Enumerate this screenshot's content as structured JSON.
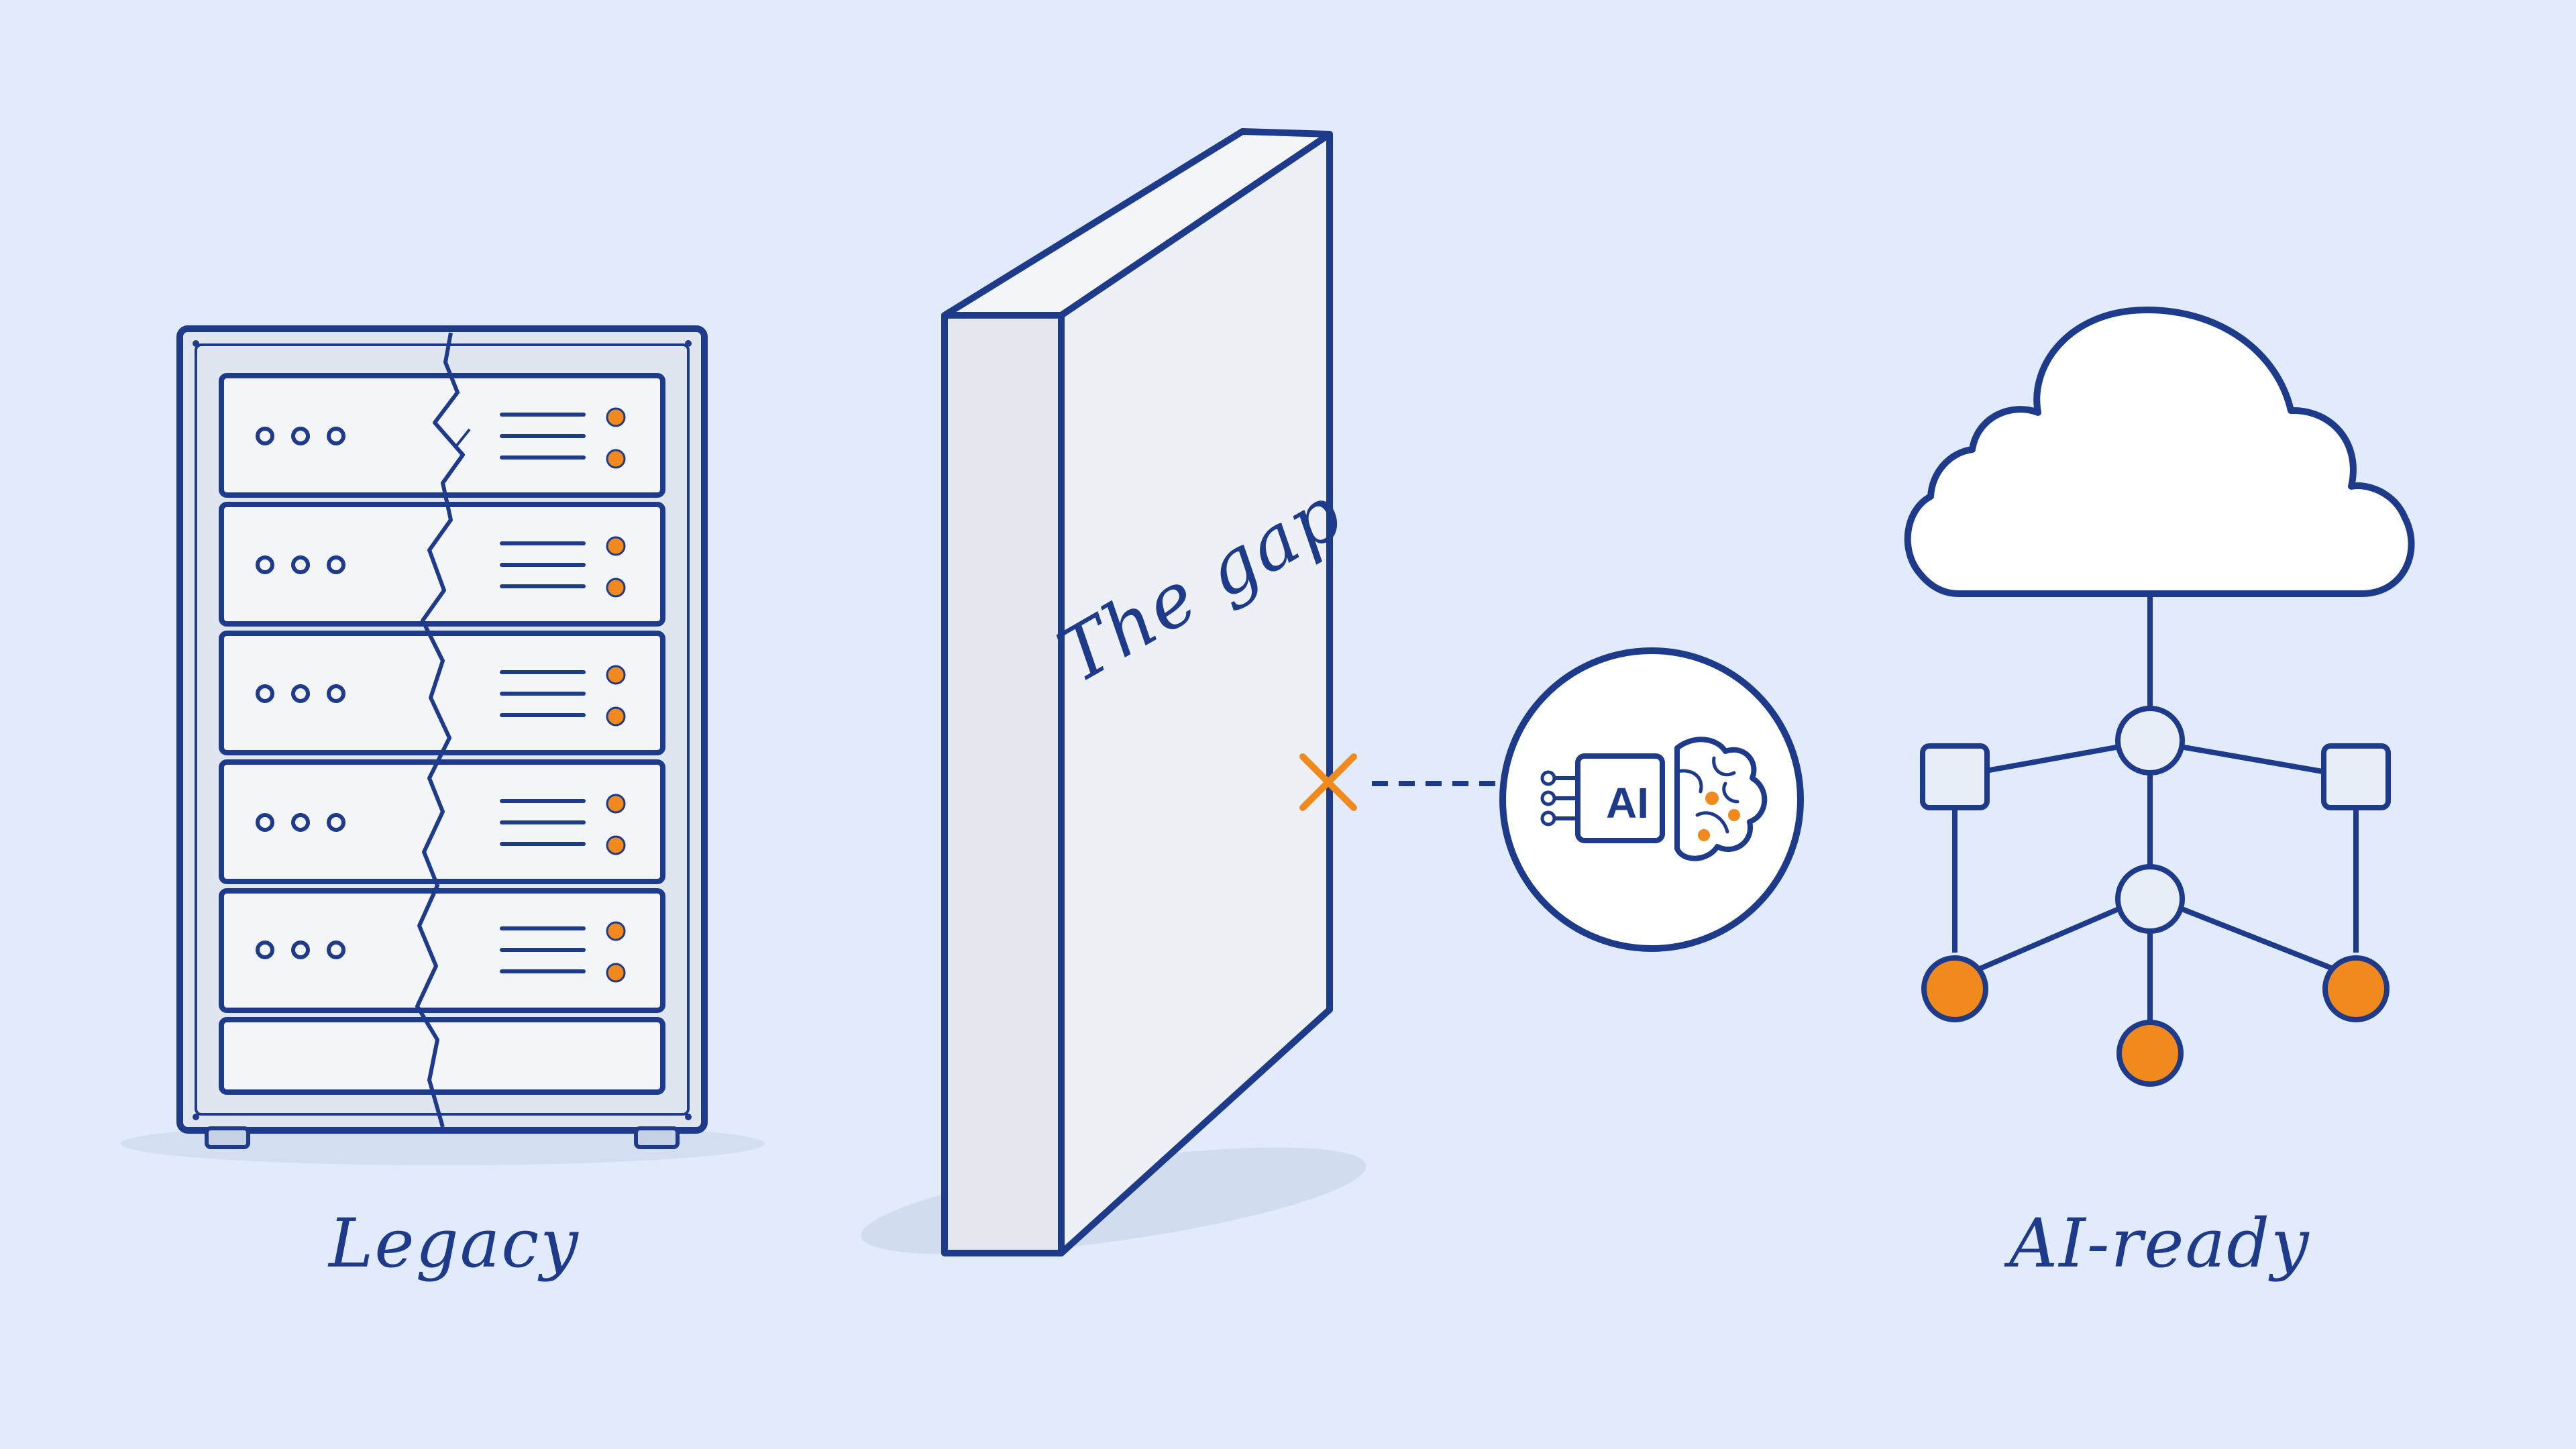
{
  "labels": {
    "legacy": "Legacy",
    "wall": "The gap",
    "ai_ready": "AI-ready",
    "ai_chip": "AI"
  },
  "colors": {
    "background": "#e1ebfb",
    "ink": "#1e3a8a",
    "accent": "#f08a1c",
    "panel": "#f3f5f8",
    "wall_front": "#edf0f5",
    "wall_side": "#e4e8ee",
    "cloud": "#ffffff"
  },
  "icons": {
    "legacy": "server-rack-icon",
    "blocked": "x-mark-icon",
    "ai": "ai-brain-chip-icon",
    "ai_ready": "cloud-network-icon"
  }
}
